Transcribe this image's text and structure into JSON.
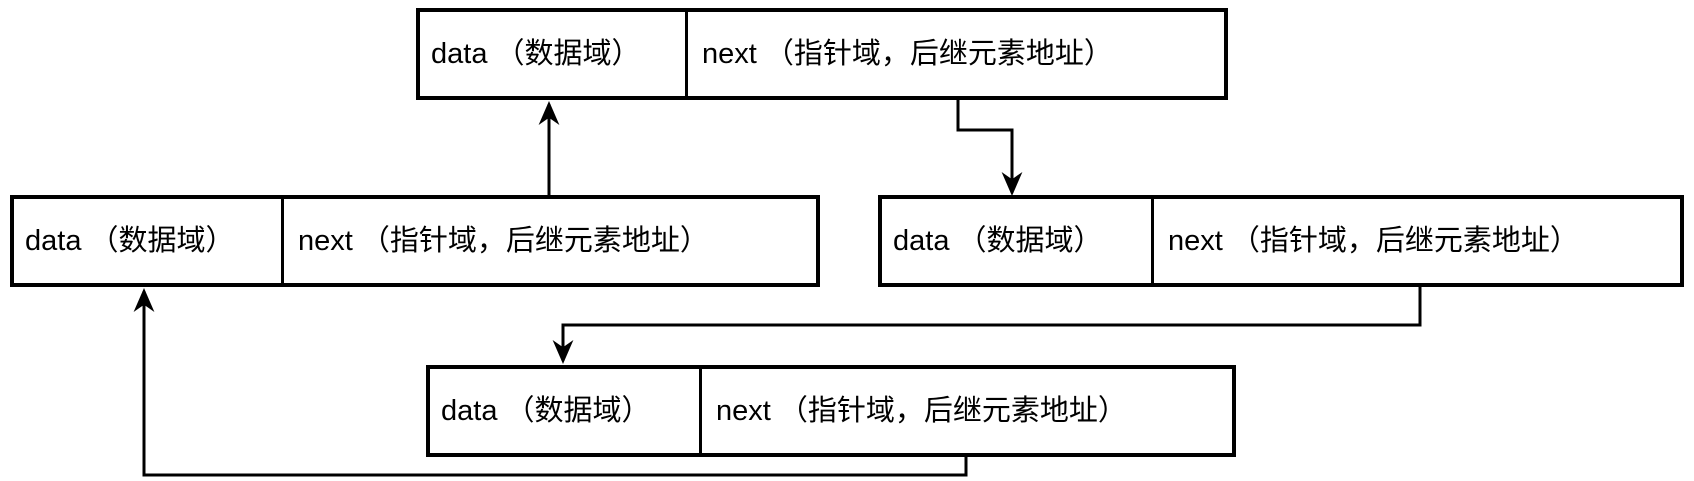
{
  "diagram": {
    "background_color": "#ffffff",
    "line_color": "#000000",
    "text_color": "#000000"
  },
  "nodes": [
    {
      "id": "top",
      "data_label": "data （数据域）",
      "next_label": "next （指针域，后继元素地址）"
    },
    {
      "id": "left",
      "data_label": "data （数据域）",
      "next_label": "next （指针域，后继元素地址）"
    },
    {
      "id": "right",
      "data_label": "data （数据域）",
      "next_label": "next （指针域，后继元素地址）"
    },
    {
      "id": "bottom",
      "data_label": "data （数据域）",
      "next_label": "next （指针域，后继元素地址）"
    }
  ],
  "connections": [
    {
      "from": "left.next",
      "to": "top.data"
    },
    {
      "from": "top.next",
      "to": "right.data"
    },
    {
      "from": "right.next",
      "to": "bottom.data"
    },
    {
      "from": "bottom.next",
      "to": "left.data"
    }
  ]
}
